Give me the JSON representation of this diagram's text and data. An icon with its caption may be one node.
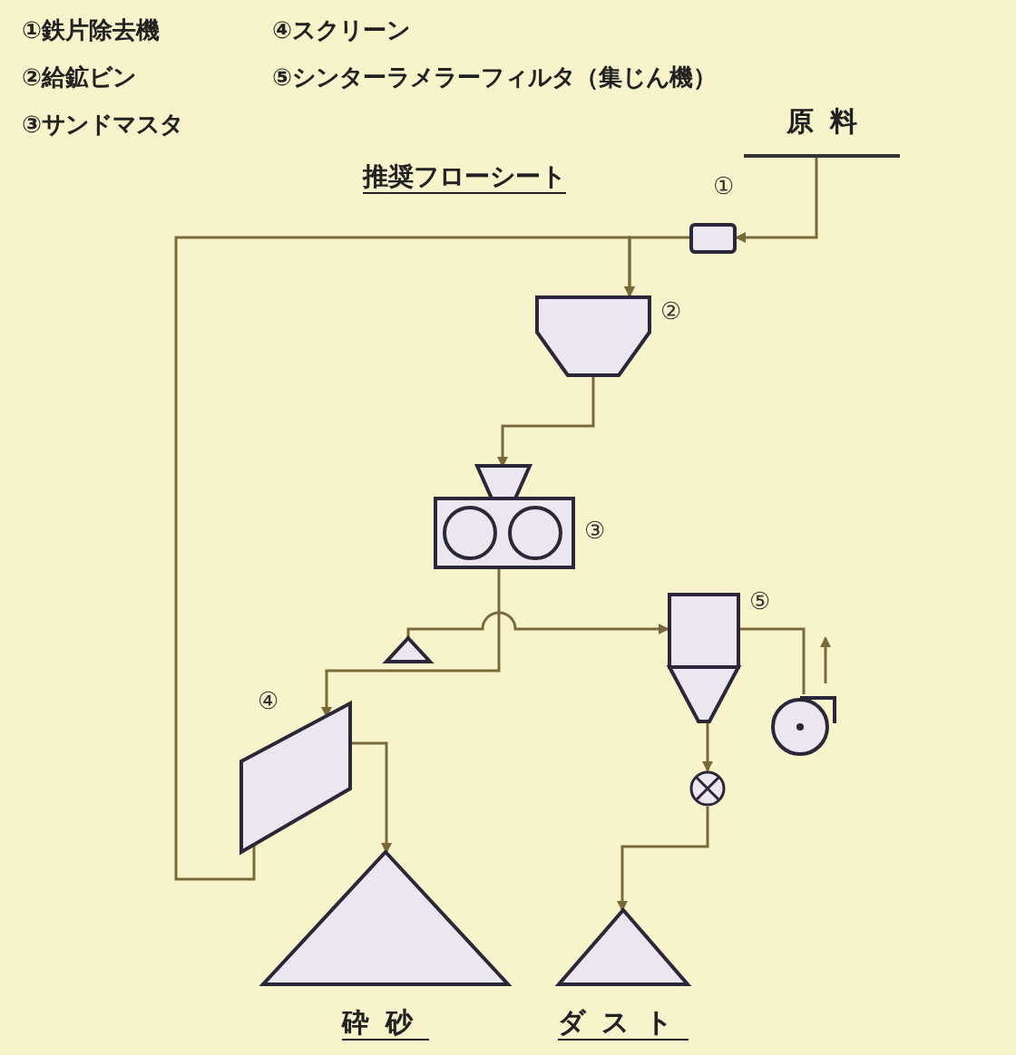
{
  "diagram": {
    "title": "推奨フローシート",
    "nodes": [
      {
        "text": [
          "原料"
        ]
      },
      {
        "text": [],
        "shape": "box",
        "beside": [
          "①"
        ]
      },
      {
        "text": [],
        "shape": "hopper",
        "beside": [
          "②"
        ]
      },
      {
        "text": [],
        "shape": "crusher",
        "beside": [
          "③"
        ]
      },
      {
        "text": [],
        "shape": "triangle"
      },
      {
        "text": [],
        "shape": "parallelogram",
        "beside": [
          "④"
        ]
      },
      {
        "text": [
          "砕砂"
        ]
      },
      {
        "text": [],
        "shape": "cyclone",
        "beside": [
          "⑤"
        ]
      },
      {
        "text": [],
        "shape": "circle"
      },
      {
        "text": [],
        "shape": "fan"
      },
      {
        "text": [
          "ダスト"
        ]
      }
    ],
    "edges": [
      {
        "from": 0,
        "to": 1,
        "arrow": "to"
      },
      {
        "from": 1,
        "to": 2,
        "arrow": "to"
      },
      {
        "from": 5,
        "to": 2,
        "arrow": "to"
      },
      {
        "from": 2,
        "to": 3,
        "arrow": "to"
      },
      {
        "from": 3,
        "to": 5,
        "arrow": "to"
      },
      {
        "from": 4,
        "to": 7,
        "arrow": "to"
      },
      {
        "from": 5,
        "to": 6,
        "arrow": "to"
      },
      {
        "from": 7,
        "to": 8,
        "arrow": "to"
      },
      {
        "from": 8,
        "to": 10,
        "arrow": "to"
      },
      {
        "from": 7,
        "to": 9,
        "arrow": "none"
      },
      {
        "from": 9,
        "to": null,
        "arrow": "to"
      }
    ],
    "labels": [
      "①鉄片除去機",
      "④スクリーン",
      "②給鉱ビン",
      "⑤シンターラメラーフィルタ（集じん機）",
      "③サンドマスタ"
    ]
  }
}
